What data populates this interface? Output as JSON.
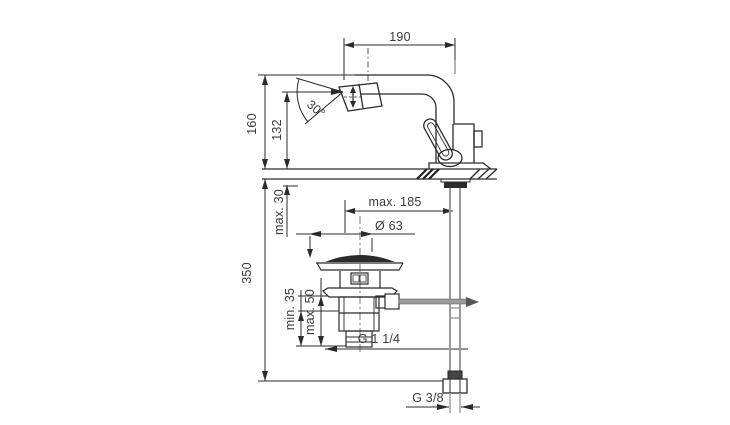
{
  "labels": {
    "dim_190": "190",
    "dim_160": "160",
    "dim_132": "132",
    "angle_30": "30°",
    "dim_max_30": "max. 30",
    "dim_max_185": "max. 185",
    "dim_dia_63": "Ø 63",
    "dim_350": "350",
    "dim_min_35": "min. 35",
    "dim_max_50": "max. 50",
    "thread_g114": "G 1 1/4",
    "thread_g38": "G 3/8"
  },
  "colors": {
    "line": "#2b2b2b",
    "pipe_gray": "#9a9a9a",
    "text": "#3a3a3a",
    "background": "#ffffff"
  }
}
